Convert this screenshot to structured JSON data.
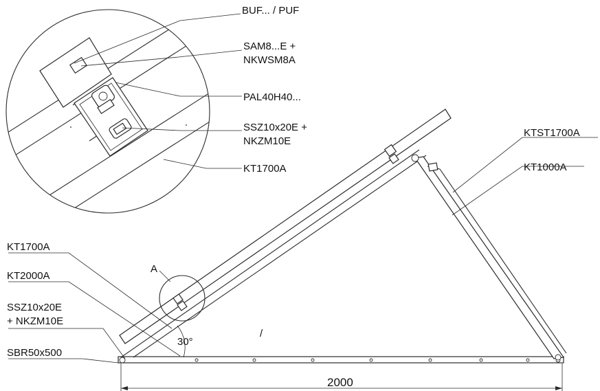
{
  "labels": {
    "detail_buf": "BUF... / PUF",
    "detail_sam_1": "SAM8...E +",
    "detail_sam_2": "NKWSM8A",
    "detail_pal": "PAL40H40...",
    "detail_ssz_1": "SSZ10x20E +",
    "detail_ssz_2": "NKZM10E",
    "detail_kt1700": "KT1700A",
    "ktst1700": "KTST1700A",
    "kt1000": "KT1000A",
    "kt1700": "KT1700A",
    "kt2000": "KT2000A",
    "ssz_1": "SSZ10x20E",
    "ssz_2": "+ NKZM10E",
    "sbr": "SBR50x500",
    "detail_marker": "A",
    "angle": "30°",
    "base_dimension": "2000",
    "stray_mark": "/"
  }
}
